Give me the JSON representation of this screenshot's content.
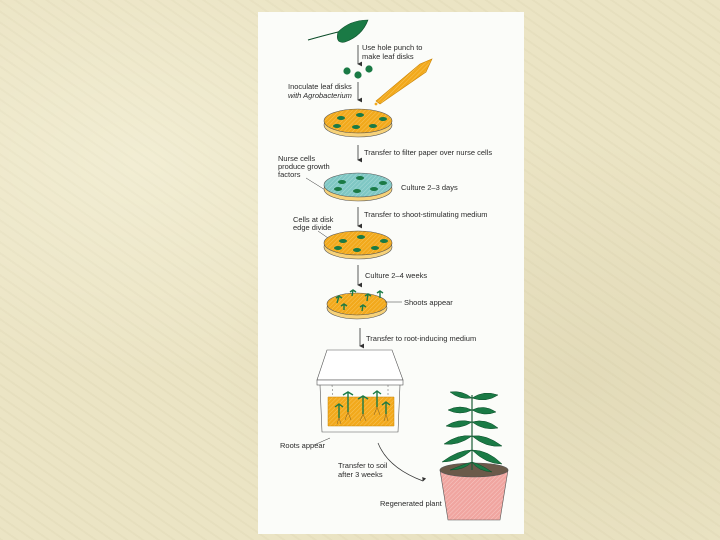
{
  "diagram": {
    "steps": {
      "hole_punch": [
        "Use hole punch to",
        "make leaf disks"
      ],
      "inoculate": [
        "Inoculate leaf disks",
        "with Agrobacterium"
      ],
      "transfer_filter": "Transfer to filter paper over nurse cells",
      "nurse_cells": [
        "Nurse cells",
        "produce growth",
        "factors"
      ],
      "culture_days": "Culture 2–3 days",
      "transfer_shoot": "Transfer to shoot-stimulating medium",
      "cells_divide": [
        "Cells at disk",
        "edge divide"
      ],
      "culture_weeks": "Culture 2–4 weeks",
      "shoots_appear": "Shoots appear",
      "transfer_root": "Transfer to root-inducing medium",
      "roots_appear": "Roots appear",
      "transfer_soil": [
        "Transfer to soil",
        "after 3 weeks"
      ],
      "regenerated": "Regenerated plant"
    },
    "colors": {
      "leaf": "#1a7a45",
      "medium": "#f2a91c",
      "nurse": "#7fc7c4",
      "pot": "#f0a5a0"
    }
  }
}
